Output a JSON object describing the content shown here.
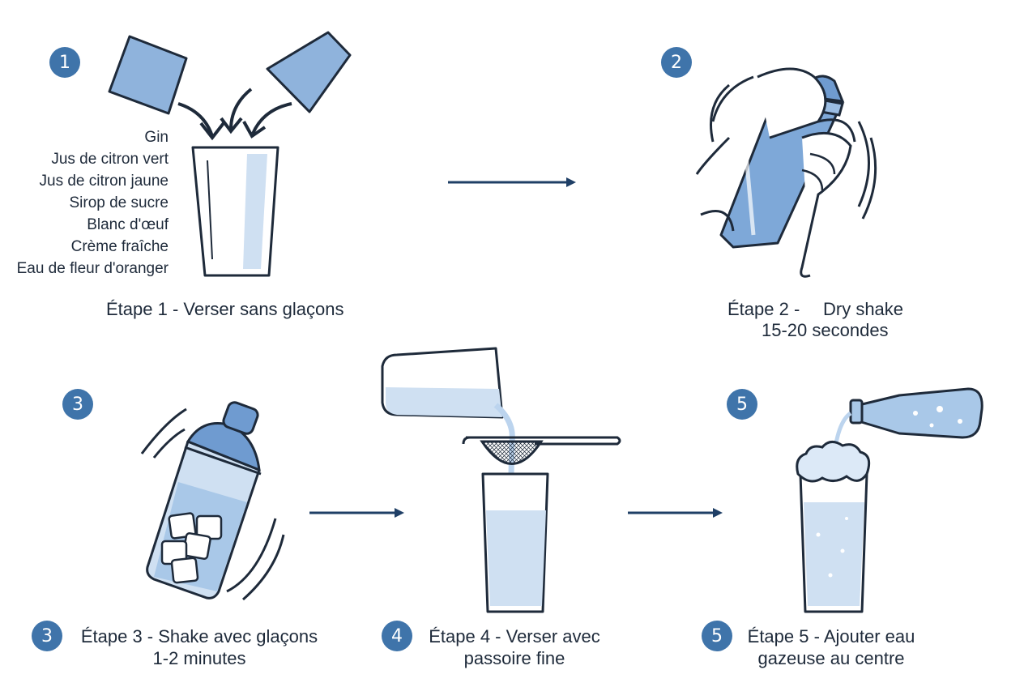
{
  "steps": [
    {
      "badge": "1",
      "caption": "Étape 1 - Verser sans glaçons"
    },
    {
      "badge": "2",
      "caption_a": "Étape 2 -",
      "caption_b": "Dry shake",
      "caption_c": "15-20 secondes"
    },
    {
      "badge": "3",
      "caption_a": "Étape 3 - Shake avec glaçons",
      "caption_b": "1-2 minutes"
    },
    {
      "badge": "4",
      "caption_a": "Étape 4 - Verser avec",
      "caption_b": "passoire fine"
    },
    {
      "badge": "5",
      "caption_a": "Étape 5 - Ajouter eau",
      "caption_b": "gazeuse au centre"
    }
  ],
  "ingredients": [
    "Gin",
    "Jus de citron vert",
    "Jus de citron jaune",
    "Sirop de sucre",
    "Blanc d'œuf",
    "Crème fraîche",
    "Eau de fleur d'oranger"
  ],
  "colors": {
    "accent": "#3f74aa",
    "liquid": "#a9c8e8",
    "outline": "#1e2a3a",
    "arrow": "#1f3f66"
  }
}
